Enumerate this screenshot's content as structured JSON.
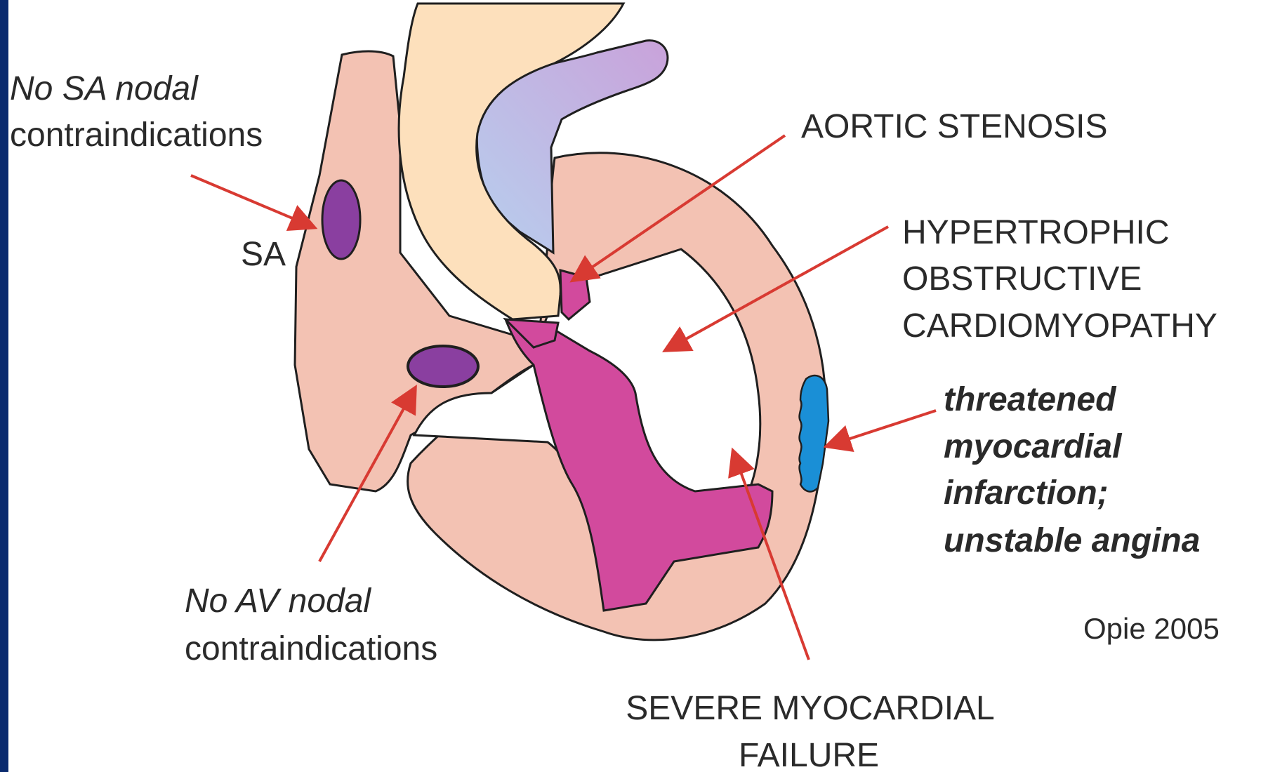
{
  "colors": {
    "frame": "#0a2a6e",
    "myocardium": "#f3c2b3",
    "aorta": "#fde0bc",
    "pulmonary_artery_start": "#b7cfee",
    "pulmonary_artery_end": "#c9a2da",
    "septum": "#d24a9d",
    "node": "#8a3fa0",
    "infarct": "#1a8fd6",
    "arrow": "#d83a32",
    "outline": "#1f1f1f",
    "text": "#2a2a2a"
  },
  "labels": {
    "sa_contra_line1": "No SA nodal",
    "sa_contra_line2": "contraindications",
    "sa_node": "SA",
    "av_contra_line1": "No AV nodal",
    "av_contra_line2": "contraindications",
    "aortic_stenosis": "AORTIC STENOSIS",
    "hocm_line1": "HYPERTROPHIC",
    "hocm_line2": "OBSTRUCTIVE",
    "hocm_line3": "CARDIOMYOPATHY",
    "mi_line1": "threatened",
    "mi_line2": "myocardial",
    "mi_line3": "infarction;",
    "mi_line4": "unstable angina",
    "failure_line1": "SEVERE MYOCARDIAL",
    "failure_line2": "FAILURE",
    "credit": "Opie 2005"
  }
}
